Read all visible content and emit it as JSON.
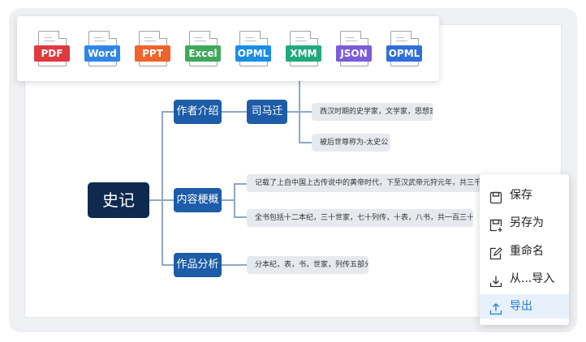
{
  "export_toolbar": {
    "formats": [
      {
        "label": "PDF",
        "color": "#e0393e"
      },
      {
        "label": "Word",
        "color": "#2f86e8"
      },
      {
        "label": "PPT",
        "color": "#f0632c"
      },
      {
        "label": "Excel",
        "color": "#3ea85b"
      },
      {
        "label": "OPML",
        "color": "#1a8ee6"
      },
      {
        "label": "XMM",
        "color": "#20a97a"
      },
      {
        "label": "JSON",
        "color": "#7b5bd6"
      },
      {
        "label": "OPML",
        "color": "#2f6fd8"
      }
    ]
  },
  "mindmap": {
    "root": "史记",
    "branches": [
      {
        "label": "作者介绍",
        "child": "司马迁",
        "leaves": [
          "西汉时期的史学家，文学家，思想家",
          "被后世尊称为-太史公"
        ]
      },
      {
        "label": "内容梗概",
        "leaves": [
          "记载了上自中国上古传说中的黄帝时代，下至汉武帝元狩元年，共三千多年的历史",
          "全书包括十二本纪，三十世家，七十列传，十表，八书，共一百三十篇"
        ]
      },
      {
        "label": "作品分析",
        "leaves": [
          "分本纪，表，书，世家，列传五部分"
        ]
      }
    ]
  },
  "file_menu": {
    "items": [
      {
        "label": "保存",
        "icon": "save-icon"
      },
      {
        "label": "另存为",
        "icon": "save-as-icon"
      },
      {
        "label": "重命名",
        "icon": "rename-icon"
      },
      {
        "label": "从...导入",
        "icon": "import-icon"
      },
      {
        "label": "导出",
        "icon": "export-icon",
        "active": true
      }
    ],
    "accent": "#1e7bd8"
  }
}
